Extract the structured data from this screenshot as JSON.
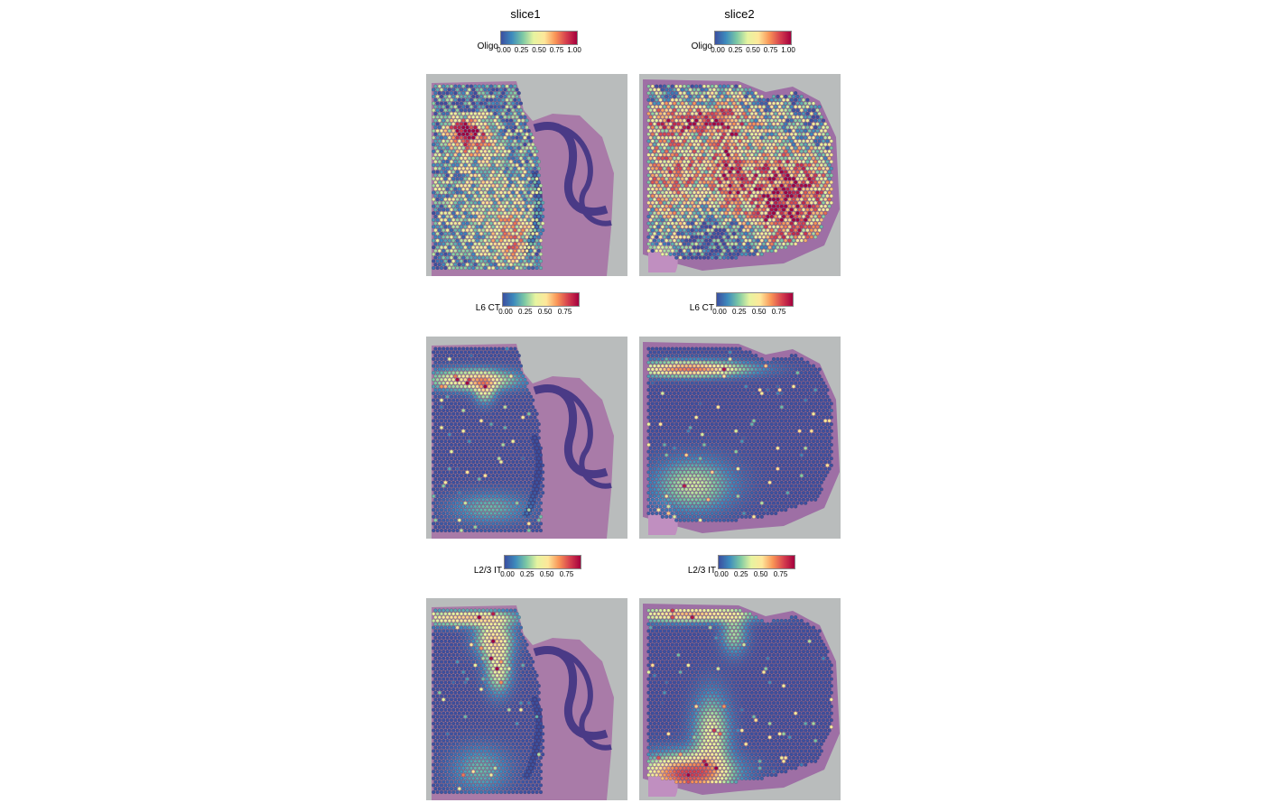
{
  "columns": [
    {
      "title": "slice1"
    },
    {
      "title": "slice2"
    }
  ],
  "colorscale": [
    "#3b4fa0",
    "#3d8bbd",
    "#7cc8a4",
    "#e6f4a0",
    "#fee79a",
    "#f99557",
    "#d6404e",
    "#a5003e"
  ],
  "rows": [
    {
      "feature": "Oligo",
      "legends": [
        {
          "label": "Oligo",
          "ticks": [
            "0.00",
            "0.25",
            "0.50",
            "0.75",
            "1.00"
          ]
        },
        {
          "label": "Oligo",
          "ticks": [
            "0.00",
            "0.25",
            "0.50",
            "0.75",
            "1.00"
          ]
        }
      ]
    },
    {
      "feature": "L6 CT",
      "legends": [
        {
          "label": "L6 CT",
          "ticks": [
            "0.00",
            "0.25",
            "0.50",
            "0.75"
          ]
        },
        {
          "label": "L6 CT",
          "ticks": [
            "0.00",
            "0.25",
            "0.50",
            "0.75"
          ]
        }
      ]
    },
    {
      "feature": "L2/3 IT",
      "legends": [
        {
          "label": "L2/3 IT",
          "ticks": [
            "0.00",
            "0.25",
            "0.50",
            "0.75"
          ]
        },
        {
          "label": "L2/3 IT",
          "ticks": [
            "0.00",
            "0.25",
            "0.50",
            "0.75"
          ]
        }
      ]
    }
  ]
}
